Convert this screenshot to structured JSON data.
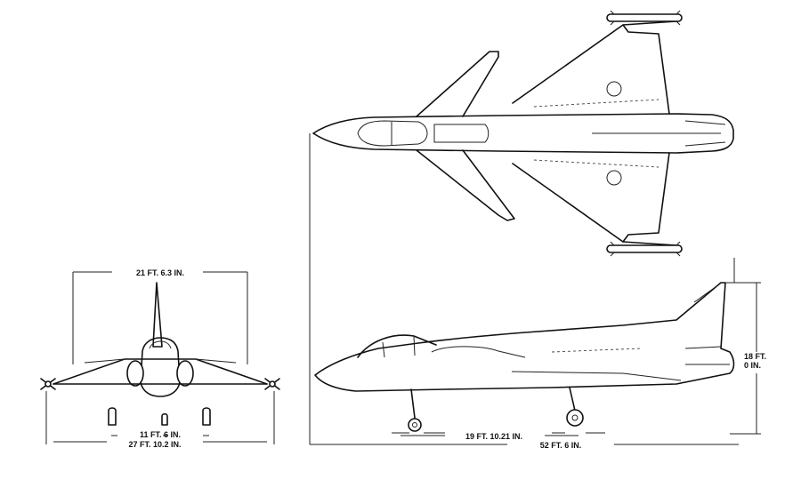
{
  "dimensions": {
    "front_wingspan": "21 FT. 6.3 IN.",
    "front_track": "11 FT. 6 IN.",
    "front_overall_span": "27 FT. 10.2 IN.",
    "side_wheelbase": "19 FT. 10.21 IN.",
    "side_length": "52 FT. 6 IN.",
    "side_height_ft": "18 FT.",
    "side_height_in": "0 IN."
  }
}
